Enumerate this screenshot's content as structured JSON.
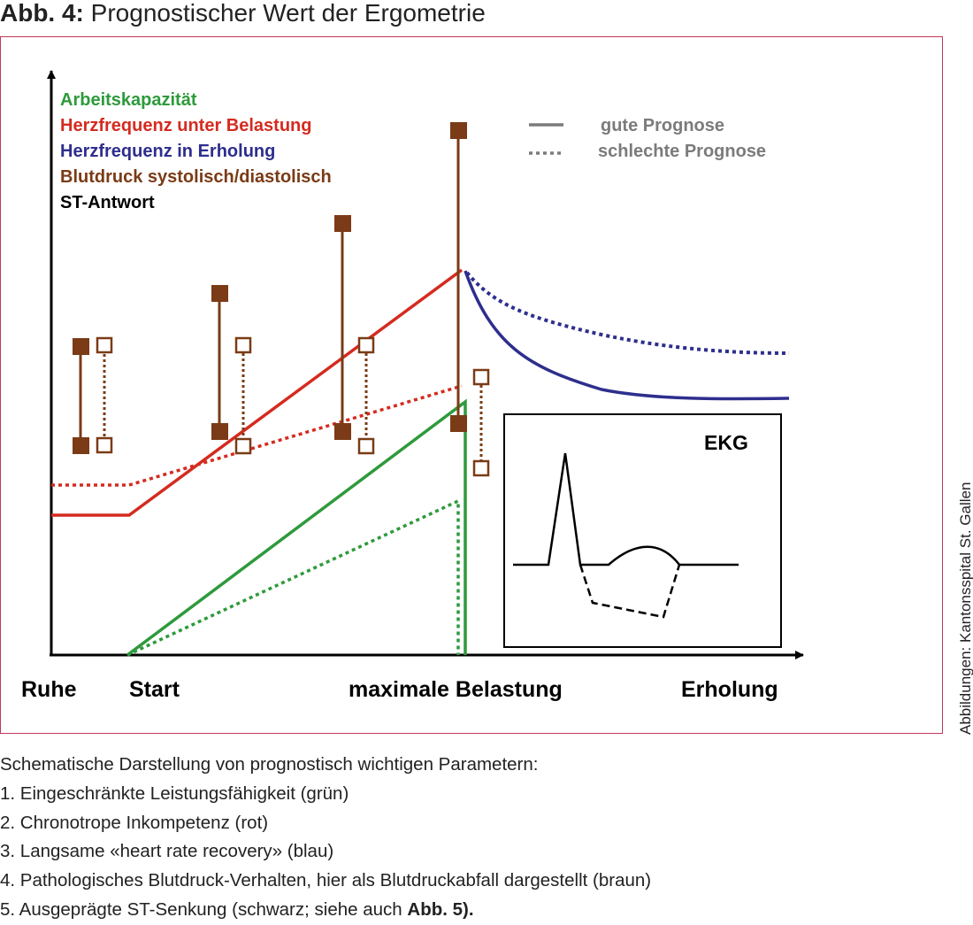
{
  "title": {
    "prefix": "Abb. 4:",
    "text": " Prognostischer Wert der Ergometrie"
  },
  "legend": {
    "items": [
      {
        "label": "Arbeitskapazität",
        "color": "#2e9a3c"
      },
      {
        "label": "Herzfrequenz unter Belastung",
        "color": "#d42b20"
      },
      {
        "label": "Herzfrequenz in Erholung",
        "color": "#2e2e8e"
      },
      {
        "label": "Blutdruck systolisch/diastolisch",
        "color": "#7a3b16"
      },
      {
        "label": "ST-Antwort",
        "color": "#000000"
      }
    ],
    "line_styles": [
      {
        "label": "gute Prognose",
        "style": "solid"
      },
      {
        "label": "schlechte Prognose",
        "style": "dotted"
      }
    ]
  },
  "x_axis": {
    "labels": [
      "Ruhe",
      "Start",
      "maximale Belastung",
      "Erholung"
    ]
  },
  "inset": {
    "label": "EKG"
  },
  "credit": "Abbildungen: Kantonsspital St. Gallen",
  "caption": {
    "intro": "Schematische Darstellung von prognostisch wichtigen Parametern:",
    "items": [
      "1. Eingeschränkte Leistungsfähigkeit (grün)",
      "2. Chronotrope Inkompetenz (rot)",
      "3. Langsame «heart rate recovery» (blau)",
      "4. Pathologisches Blutdruck-Verhalten, hier als Blutdruckabfall dargestellt (braun)"
    ],
    "last_item": {
      "text": "5. Ausgeprägte ST-Senkung (schwarz; siehe auch ",
      "ref": "Abb. 5)."
    }
  }
}
